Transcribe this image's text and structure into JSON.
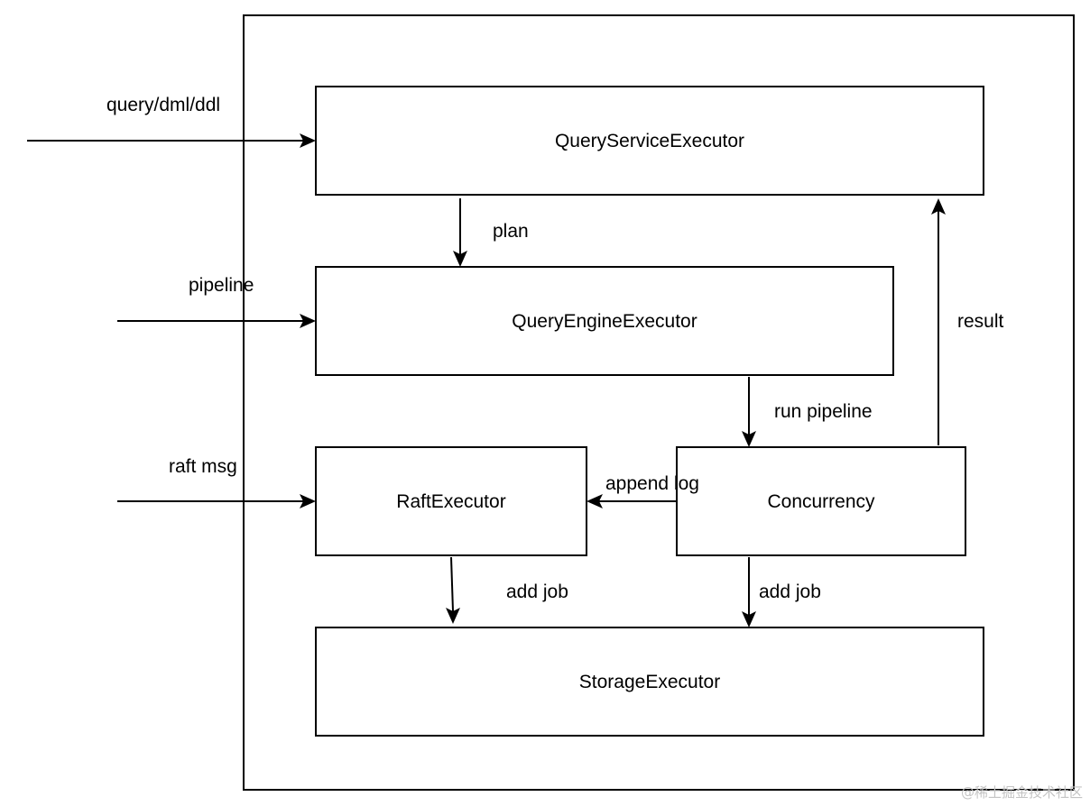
{
  "diagram": {
    "nodes": {
      "query_service": "QueryServiceExecutor",
      "query_engine": "QueryEngineExecutor",
      "raft": "RaftExecutor",
      "concurrency": "Concurrency",
      "storage": "StorageExecutor"
    },
    "inputs": {
      "query": "query/dml/ddl",
      "pipeline": "pipeline",
      "raft_msg": "raft msg"
    },
    "edges": {
      "plan": "plan",
      "run_pipeline": "run pipeline",
      "append_log": "append log",
      "add_job_raft": "add job",
      "add_job_concurrency": "add job",
      "result": "result"
    }
  },
  "watermark": "@稀土掘金技术社区"
}
